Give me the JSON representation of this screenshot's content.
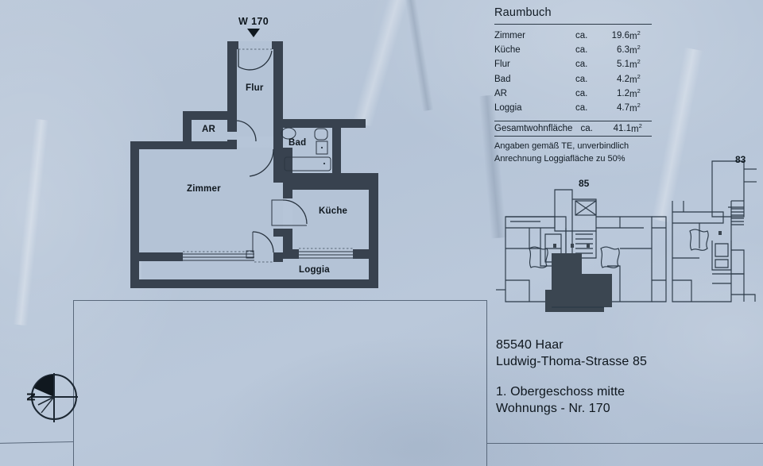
{
  "document": {
    "type": "floor-plan-scan",
    "paper_color": "#b9c7d9",
    "ink_color": "#1a2430",
    "wall_color": "#38424f"
  },
  "unit_marker": {
    "label": "W 170",
    "icon": "triangle-down-marker"
  },
  "floorplan": {
    "title": "apartment-floor-plan",
    "rooms": [
      {
        "key": "flur",
        "label": "Flur"
      },
      {
        "key": "ar",
        "label": "AR"
      },
      {
        "key": "bad",
        "label": "Bad"
      },
      {
        "key": "zimmer",
        "label": "Zimmer"
      },
      {
        "key": "kueche",
        "label": "Küche"
      },
      {
        "key": "loggia",
        "label": "Loggia"
      }
    ]
  },
  "schedule": {
    "title": "Raumbuch",
    "approx_prefix": "ca.",
    "unit": "m",
    "unit_exponent": "2",
    "rows": [
      {
        "room": "Zimmer",
        "prefix": "ca.",
        "value": "19.6",
        "unit": "m",
        "exp": "2"
      },
      {
        "room": "Küche",
        "prefix": "ca.",
        "value": "6.3",
        "unit": "m",
        "exp": "2"
      },
      {
        "room": "Flur",
        "prefix": "ca.",
        "value": "5.1",
        "unit": "m",
        "exp": "2"
      },
      {
        "room": "Bad",
        "prefix": "ca.",
        "value": "4.2",
        "unit": "m",
        "exp": "2"
      },
      {
        "room": "AR",
        "prefix": "ca.",
        "value": "1.2",
        "unit": "m",
        "exp": "2"
      },
      {
        "room": "Loggia",
        "prefix": "ca.",
        "value": "4.7",
        "unit": "m",
        "exp": "2"
      }
    ],
    "total": {
      "room": "Gesamtwohnfläche",
      "prefix": "ca.",
      "value": "41.1",
      "unit": "m",
      "exp": "2"
    },
    "notes": [
      "Angaben gemäß TE, unverbindlich",
      "Anrechnung Loggiafläche zu 50%"
    ]
  },
  "address": {
    "postal_city": "85540 Haar",
    "street": "Ludwig-Thoma-Strasse 85",
    "floor": "1. Obergeschoss mitte",
    "unit_no": "Wohnungs - Nr. 170"
  },
  "siteplan": {
    "name": "building-site-plan",
    "labels": [
      {
        "key": "house-85",
        "text": "85"
      },
      {
        "key": "house-83",
        "text": "83"
      }
    ],
    "highlight_note": "highlighted-unit"
  },
  "compass": {
    "name": "north-arrow",
    "letter": "N"
  }
}
